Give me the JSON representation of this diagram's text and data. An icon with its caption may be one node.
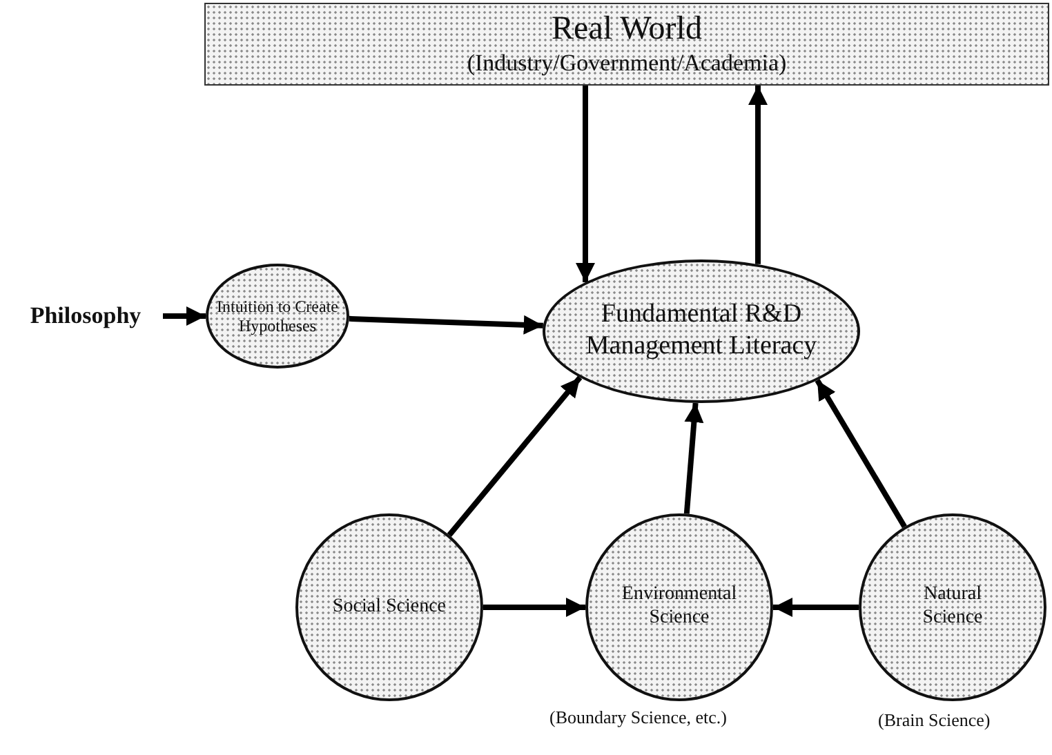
{
  "diagram": {
    "nodes": [
      {
        "text": [
          "Real World",
          "(Industry/Government/Academia)"
        ]
      },
      {
        "text": [
          "Philosophy"
        ]
      },
      {
        "text": [
          "Intuition to Create Hypotheses"
        ]
      },
      {
        "text": [
          "Fundamental R&D Management Literacy"
        ]
      },
      {
        "text": [
          "Social Science"
        ]
      },
      {
        "text": [
          "Environmental Science"
        ],
        "beside": [
          "(Boundary Science, etc.)"
        ]
      },
      {
        "text": [
          "Natural Science"
        ],
        "beside": [
          "(Brain Science)"
        ]
      }
    ],
    "edges": [
      {
        "from": 0,
        "to": 3,
        "arrow": "to"
      },
      {
        "from": 3,
        "to": 0,
        "arrow": "to"
      },
      {
        "from": 1,
        "to": 2,
        "arrow": "to"
      },
      {
        "from": 2,
        "to": 3,
        "arrow": "to"
      },
      {
        "from": 4,
        "to": 3,
        "arrow": "to"
      },
      {
        "from": 5,
        "to": 3,
        "arrow": "to"
      },
      {
        "from": 6,
        "to": 3,
        "arrow": "to"
      },
      {
        "from": 4,
        "to": 5,
        "arrow": "to"
      },
      {
        "from": 6,
        "to": 5,
        "arrow": "to"
      }
    ]
  }
}
